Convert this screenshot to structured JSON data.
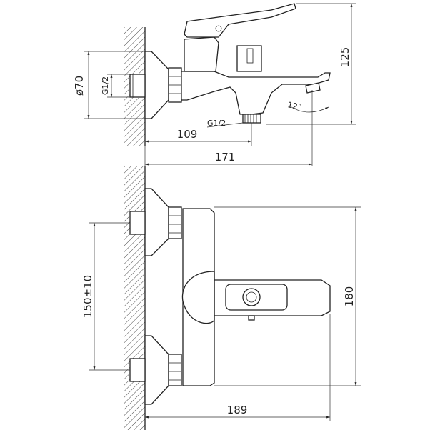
{
  "diagram": {
    "side_view": {
      "wall_diameter": "ø70",
      "inlet_thread": "G1/2",
      "outlet_thread": "G1/2",
      "height": "125",
      "inlet_to_outlet": "109",
      "projection": "171",
      "spout_angle": "12°"
    },
    "front_view": {
      "center_distance": "150±10",
      "height": "180",
      "width": "189"
    }
  }
}
